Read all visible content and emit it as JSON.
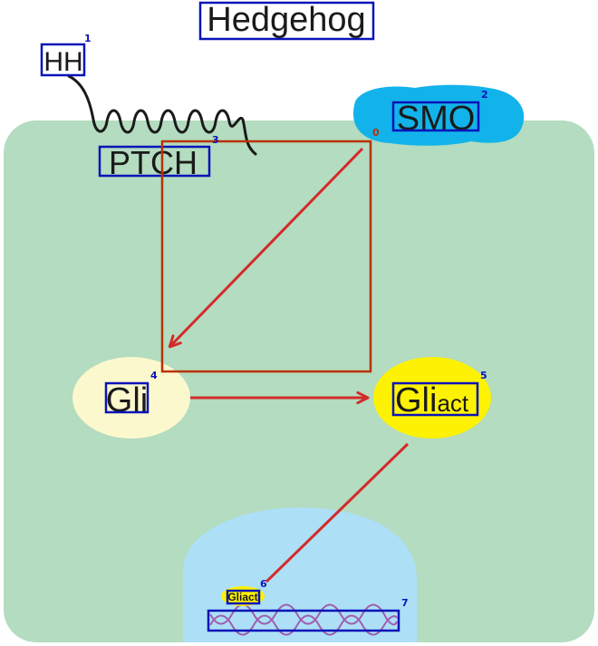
{
  "title": "Hedgehog",
  "nodes": {
    "hh": "HH",
    "smo": "SMO",
    "ptch": "PTCH",
    "gli": "Gli",
    "gli_act_main": "Gli",
    "gli_act_sub": "act",
    "gli_nuclear": "Gliact"
  },
  "annotations": [
    "0",
    "1",
    "2",
    "3",
    "4",
    "5",
    "6",
    "7"
  ],
  "colors": {
    "cell": "#b3dcc0",
    "nucleus": "#ade0f6",
    "smo_blob": "#12b3ea",
    "gli_inactive": "#fcf8cd",
    "gli_active": "#fdf203",
    "arrow": "#d42a2a",
    "box_blue": "#0a14b8",
    "box_red": "#b83200",
    "dna": "#a05eb0"
  }
}
